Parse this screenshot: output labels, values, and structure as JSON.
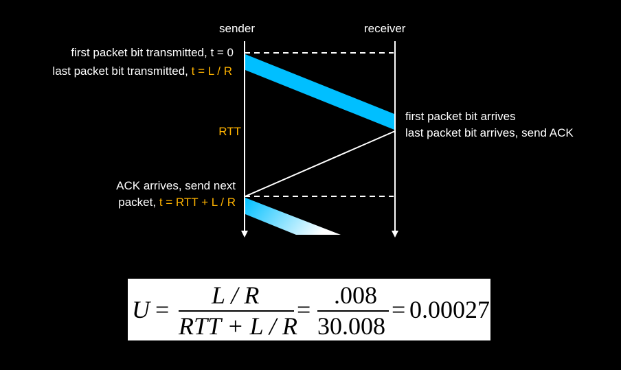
{
  "columns": {
    "sender": "sender",
    "receiver": "receiver"
  },
  "sender_events": {
    "first_bit_prefix": "first packet bit transmitted, t = 0",
    "last_bit_prefix": "last packet bit transmitted, ",
    "last_bit_time": "t = L / R",
    "rtt": "RTT",
    "ack_line1": "ACK arrives, send next",
    "ack_line2_prefix": "packet, ",
    "ack_line2_time": "t = RTT + L / R"
  },
  "receiver_events": {
    "first_bit": "first packet bit arrives",
    "last_bit": "last packet bit arrives, send ACK"
  },
  "formula": {
    "lhs": "U",
    "eq1": "=",
    "num1": "L / R",
    "den1": "RTT + L / R",
    "eq2": "=",
    "num2": ".008",
    "den2": "30.008",
    "eq3": "=",
    "result": "0.00027"
  },
  "colors": {
    "accent": "#ffb300",
    "packet": "#00bfff",
    "background": "#000000"
  }
}
